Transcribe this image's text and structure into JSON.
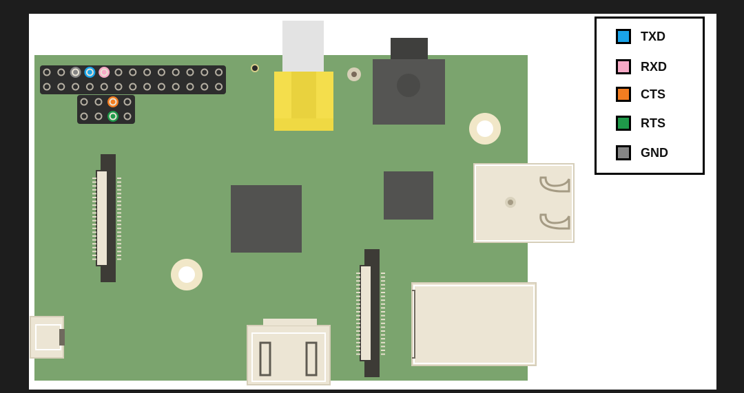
{
  "legend": {
    "items": [
      {
        "label": "TXD",
        "color": "#1aa3e8"
      },
      {
        "label": "RXD",
        "color": "#f6a9c6"
      },
      {
        "label": "CTS",
        "color": "#f27d21"
      },
      {
        "label": "RTS",
        "color": "#1f9a4a"
      },
      {
        "label": "GND",
        "color": "#858585"
      }
    ]
  },
  "colors": {
    "background": "#1d1d1d",
    "board": "#7ba46e",
    "header_pin": "#2d2d2d",
    "chip": "#525250",
    "composite_video": "#f1de4a",
    "connector_cream": "#ece5d4"
  }
}
